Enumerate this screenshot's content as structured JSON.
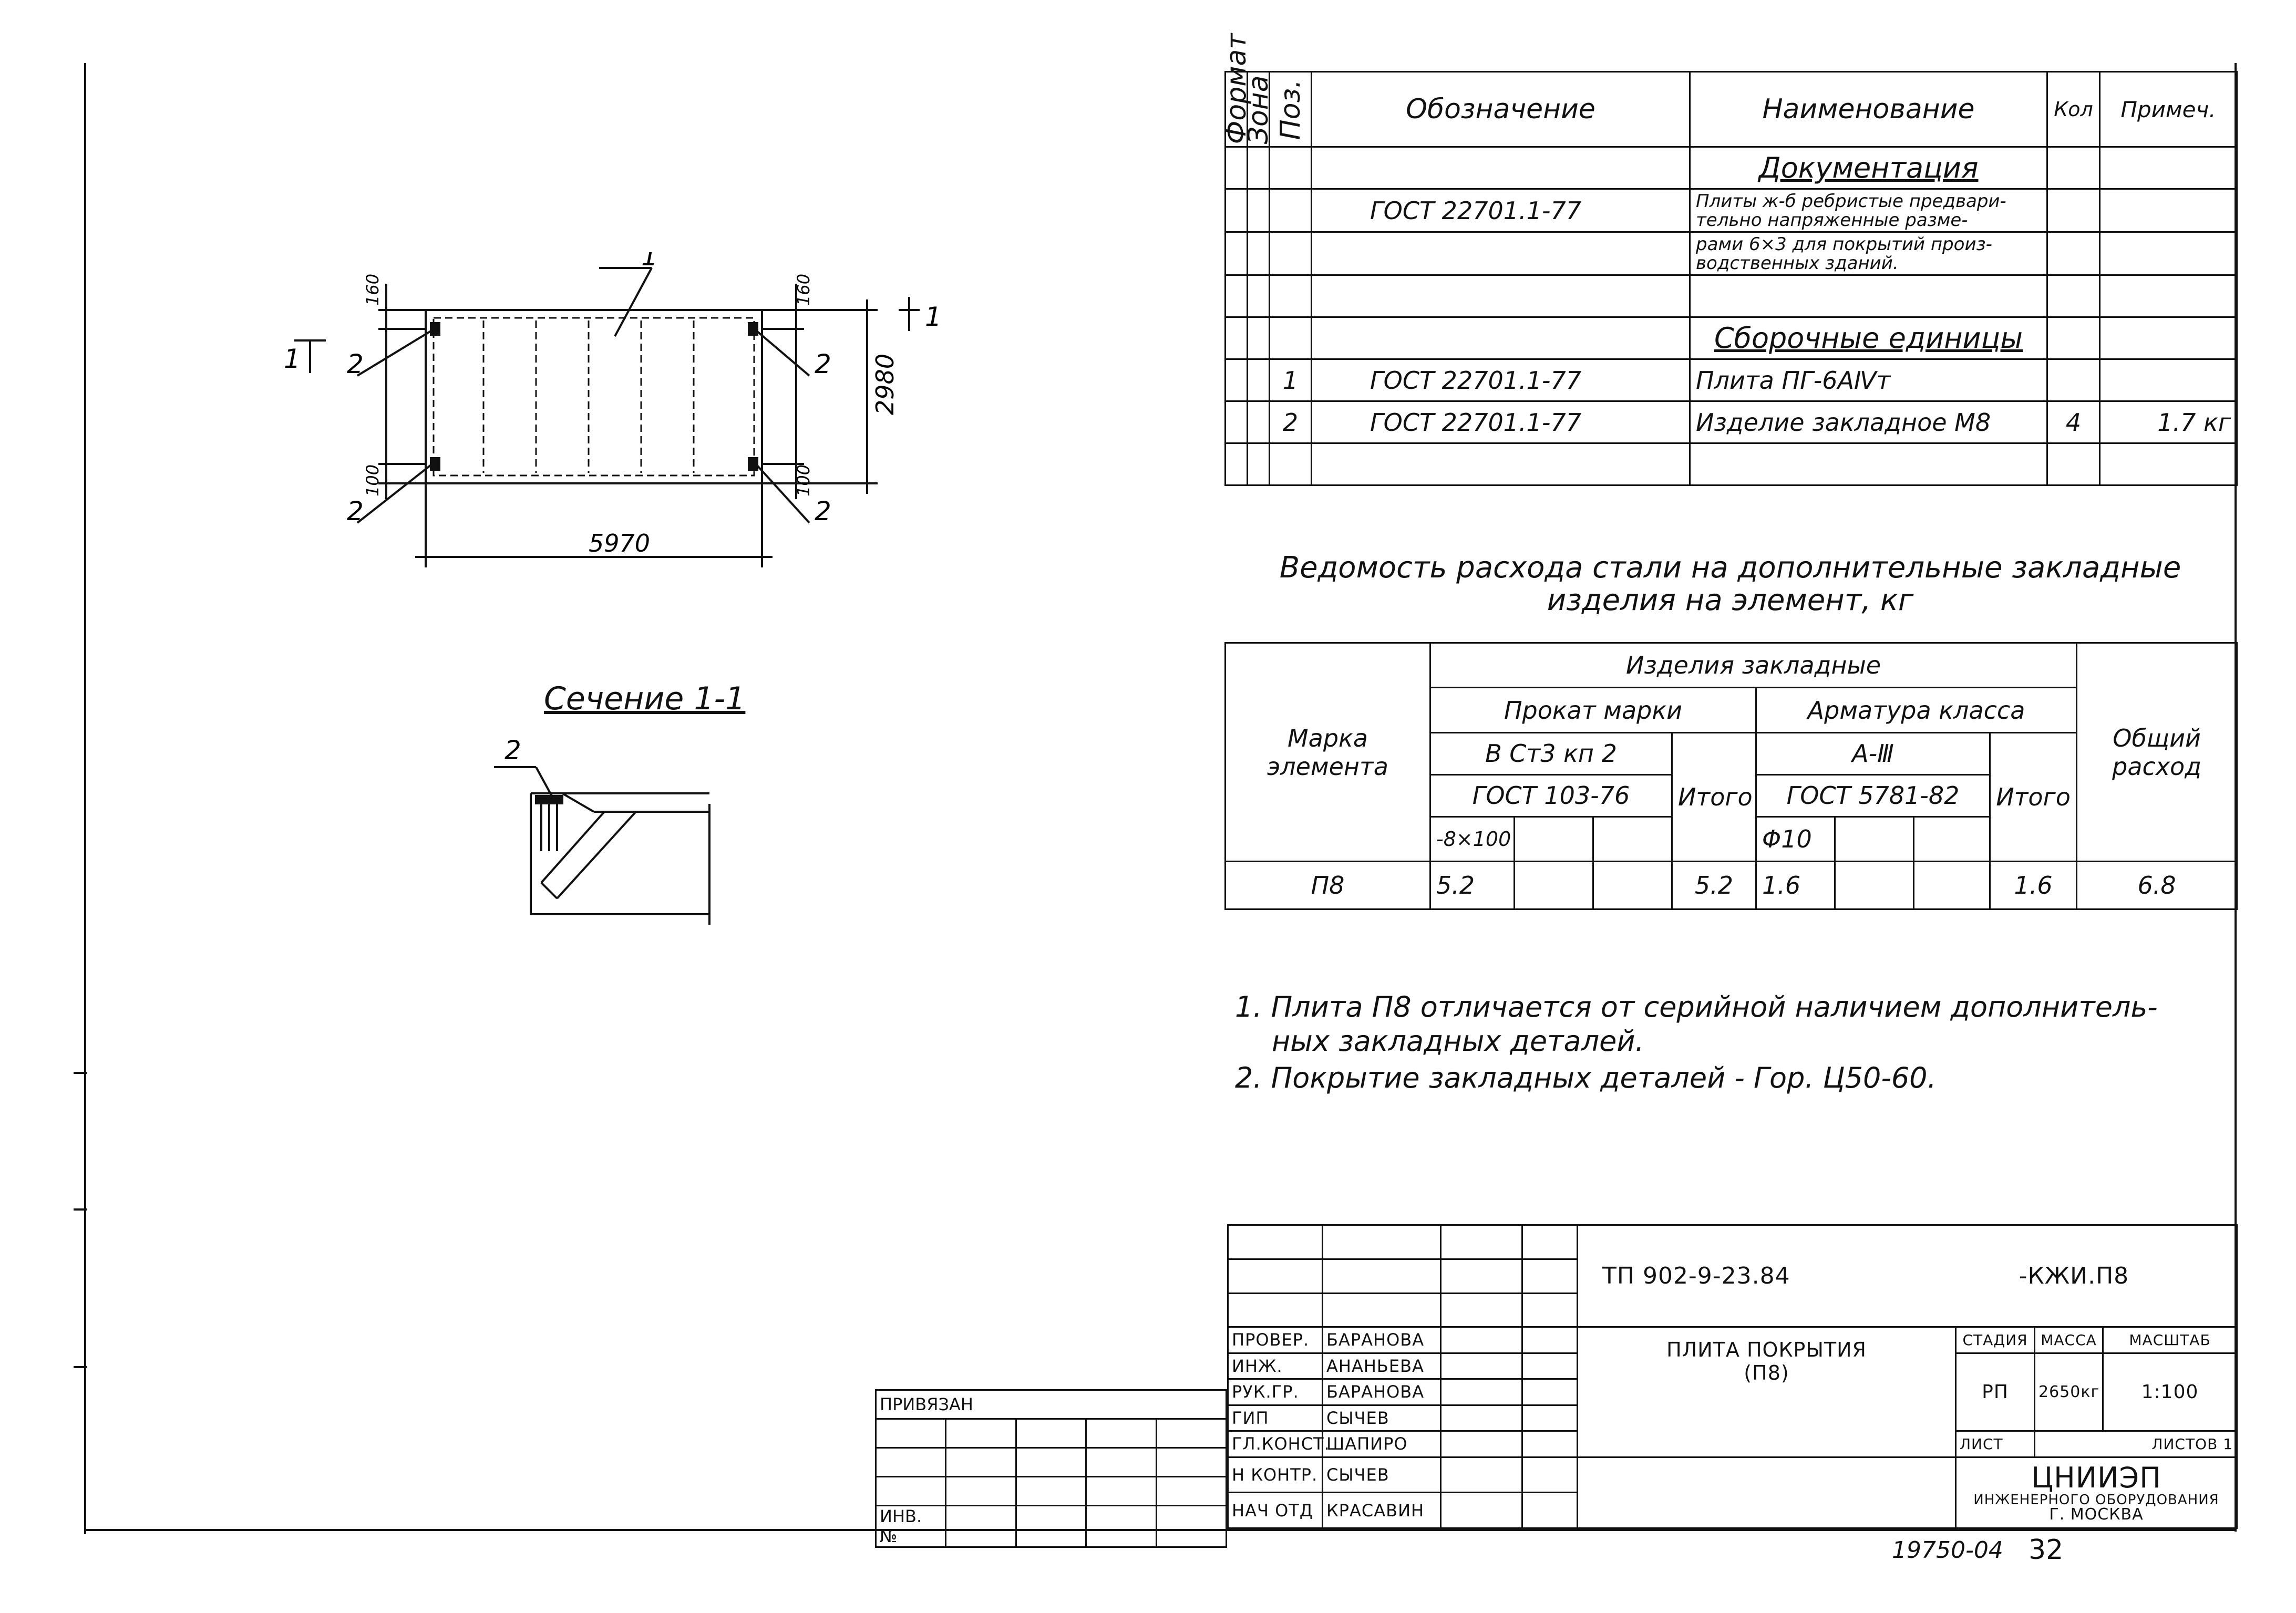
{
  "spec_table": {
    "headers": {
      "format": "Формат",
      "zone": "Зона",
      "pos": "Поз.",
      "designation": "Обозначение",
      "name": "Наименование",
      "qty": "Кол",
      "note": "Примеч."
    },
    "section_docs": "Документация",
    "doc_ref": "ГОСТ 22701.1-77",
    "doc_name_1": "Плиты ж-б ребристые предвари-",
    "doc_name_2": "тельно напряженные разме-",
    "doc_name_3": "рами 6×3 для покрытий произ-",
    "doc_name_4": "водственных зданий.",
    "section_units": "Сборочные единицы",
    "rows": [
      {
        "pos": "1",
        "designation": "ГОСТ 22701.1-77",
        "name": "Плита ПГ-6АⅣт",
        "qty": "",
        "note": ""
      },
      {
        "pos": "2",
        "designation": "ГОСТ 22701.1-77",
        "name": "Изделие закладное М8",
        "qty": "4",
        "note": "1.7 кг"
      }
    ]
  },
  "steel": {
    "title_1": "Ведомость расхода стали на дополнительные закладные",
    "title_2": "изделия на элемент, кг",
    "h_products": "Изделия закладные",
    "h_rolled": "Прокат марки",
    "h_rebar": "Арматура класса",
    "h_mark": "Марка элемента",
    "h_total": "Общий расход",
    "h_steel": "В Ст3 кп 2",
    "h_gost1": "ГОСТ 103-76",
    "h_itogo": "Итого",
    "h_class": "A-Ⅲ",
    "h_gost2": "ГОСТ 5781-82",
    "h_size": "-8×100",
    "h_dia": "Φ10",
    "row": {
      "mark": "П8",
      "rolled": "5.2",
      "rolled_total": "5.2",
      "rebar": "1.6",
      "rebar_total": "1.6",
      "total": "6.8"
    }
  },
  "notes": [
    "1. Плита П8 отличается от серийной наличием дополнитель-",
    "ных закладных деталей.",
    "2. Покрытие закладных деталей - Гор. Ц50-60."
  ],
  "drawing": {
    "dim_length": "5970",
    "dim_width": "2980",
    "dim_160": "160",
    "dim_100": "100",
    "label_1": "1",
    "label_2": "2",
    "cut_mark": "1",
    "section_title": "Сечение 1-1"
  },
  "title_block": {
    "code": "ТП 902-9-23.84",
    "suffix": "-КЖИ.П8",
    "title_1": "ПЛИТА ПОКРЫТИЯ",
    "title_2": "(П8)",
    "stage_h": "СТАДИЯ",
    "mass_h": "МАССА",
    "scale_h": "МАСШТАБ",
    "stage": "РП",
    "mass": "2650кг",
    "scale": "1:100",
    "sheet_h": "ЛИСТ",
    "sheets_h": "ЛИСТОВ 1",
    "org": "ЦНИИЭП",
    "org_2": "ИНЖЕНЕРНОГО ОБОРУДОВАНИЯ",
    "org_3": "Г. МОСКВА",
    "roles": [
      "ПРОВЕР.",
      "ИНЖ.",
      "РУК.ГР.",
      "ГИП",
      "ГЛ.КОНСТ.",
      "Н КОНТР.",
      "НАЧ ОТД"
    ],
    "people": [
      "БАРАНОВА",
      "АНАНЬЕВА",
      "БАРАНОВА",
      "СЫЧЕВ",
      "ШАПИРО",
      "СЫЧЕВ",
      "КРАСАВИН"
    ],
    "privyazan": "ПРИВЯЗАН",
    "inv": "ИНВ. №",
    "bottom_code": "19750-04",
    "bottom_sheet": "32"
  }
}
